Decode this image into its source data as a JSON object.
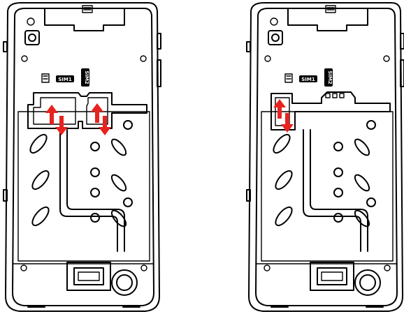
{
  "panels": [
    {
      "id": "left",
      "sim1_label": "SIM1",
      "sim2_label": "SIM2",
      "arrow_color": "#e8231f",
      "state": "both SIM card slots"
    },
    {
      "id": "right",
      "sim1_label": "SIM1",
      "sim2_label": "SIM2",
      "arrow_color": "#e8231f",
      "state": "single SIM card slot"
    }
  ]
}
